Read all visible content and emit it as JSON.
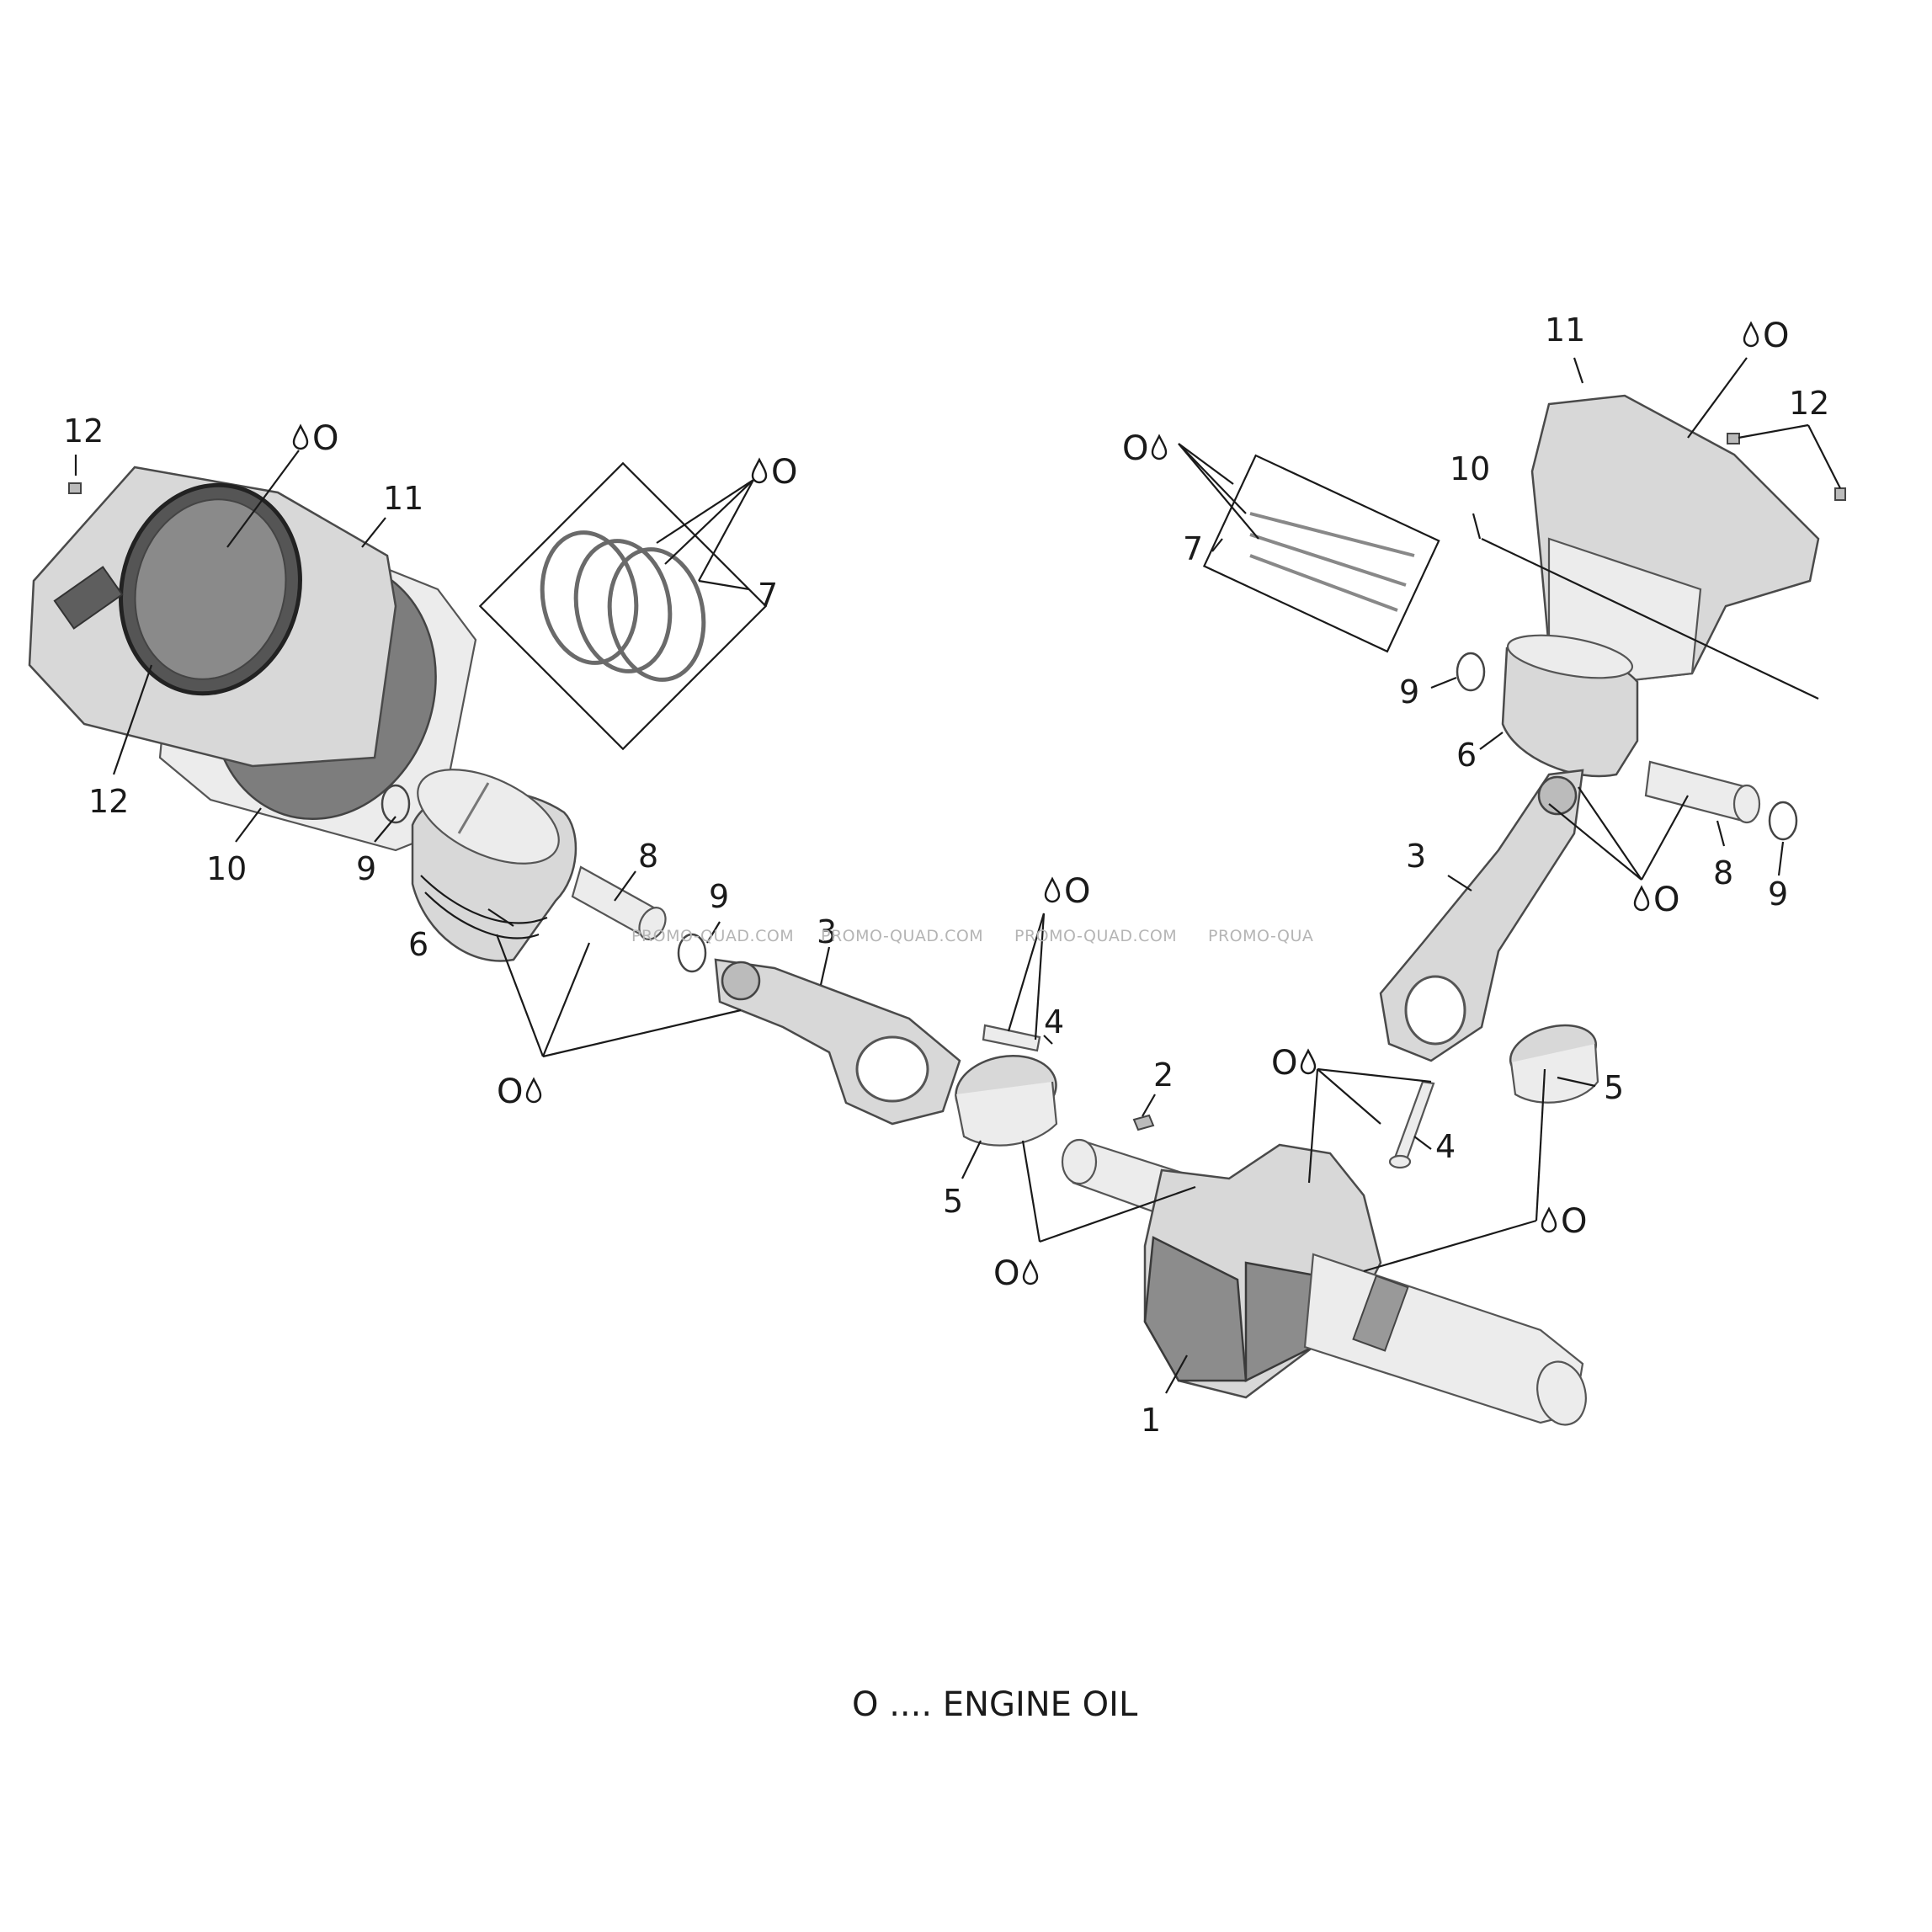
{
  "callouts": {
    "n1": "1",
    "n2": "2",
    "n3": "3",
    "n4": "4",
    "n5": "5",
    "n6": "6",
    "n7": "7",
    "n8": "8",
    "n9": "9",
    "n10": "10",
    "n11": "11",
    "n12": "12"
  },
  "oil_marker": "O",
  "watermark": "PROMO-QUAD.COM",
  "watermark_partial": "PROMO-QUA",
  "legend": "O .... ENGINE OIL",
  "icons": {
    "oil_drop": "oil-drop-icon"
  },
  "colors": {
    "ink": "#1a1a1a",
    "part_fill": "#d8d8d8",
    "part_dark": "#8c8c8c",
    "watermark": "#b5b5b5"
  }
}
